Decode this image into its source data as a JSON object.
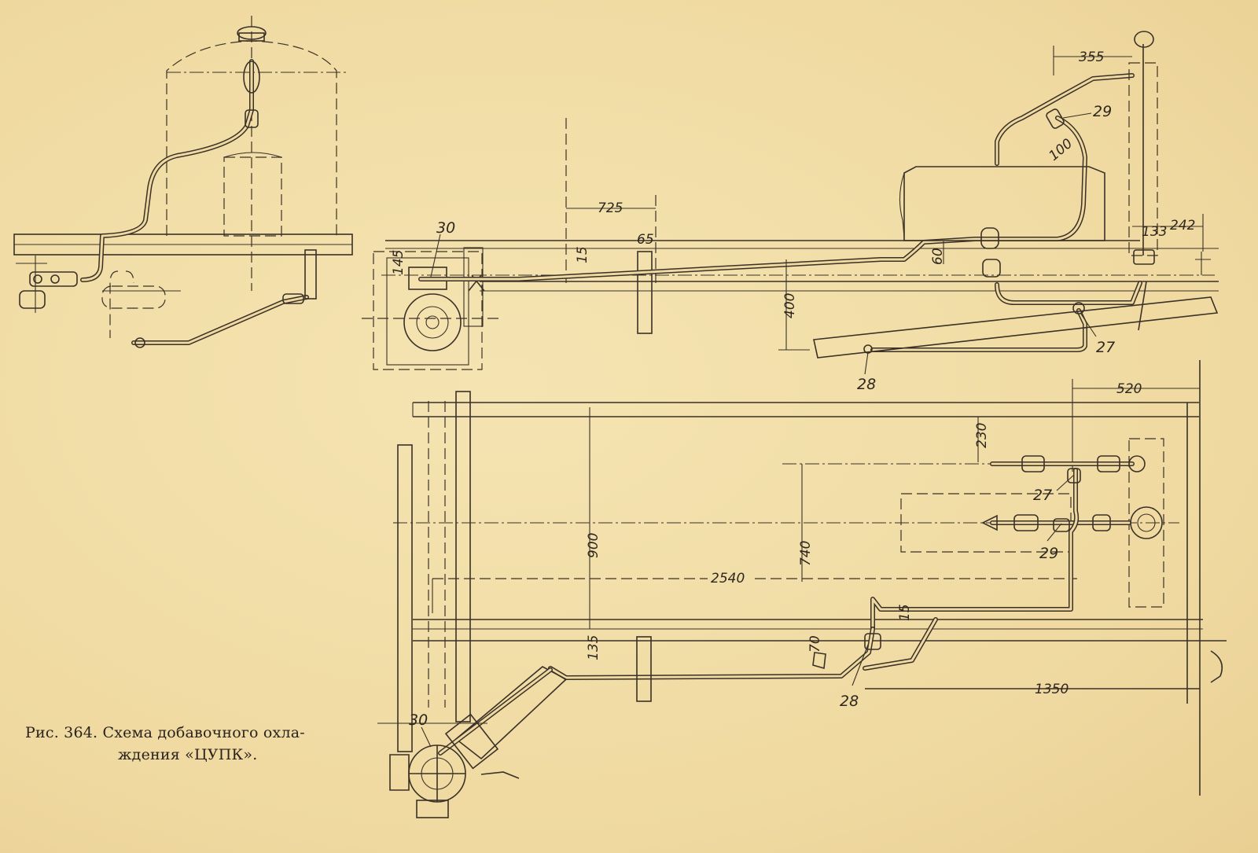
{
  "caption": {
    "line1": "Рис. 364. Схема добавочного охла-",
    "line2": "ждения «ЦУПК»."
  },
  "dimensions": {
    "d355": "355",
    "d100": "100",
    "d725": "725",
    "d65": "65",
    "d15_top": "15",
    "d60": "60",
    "d145": "145",
    "d400": "400",
    "d133": "133",
    "d242": "242",
    "d520": "520",
    "d230": "230",
    "d900": "900",
    "d740": "740",
    "d2540": "2540",
    "d135": "135",
    "d70": "70",
    "d15_bottom": "15",
    "d1350": "1350"
  },
  "callouts": {
    "c29_top": "29",
    "c30_top": "30",
    "c27_top": "27",
    "c28_top": "28",
    "c27_bottom": "27",
    "c29_bottom": "29",
    "c28_bottom": "28",
    "c30_bottom": "30"
  }
}
